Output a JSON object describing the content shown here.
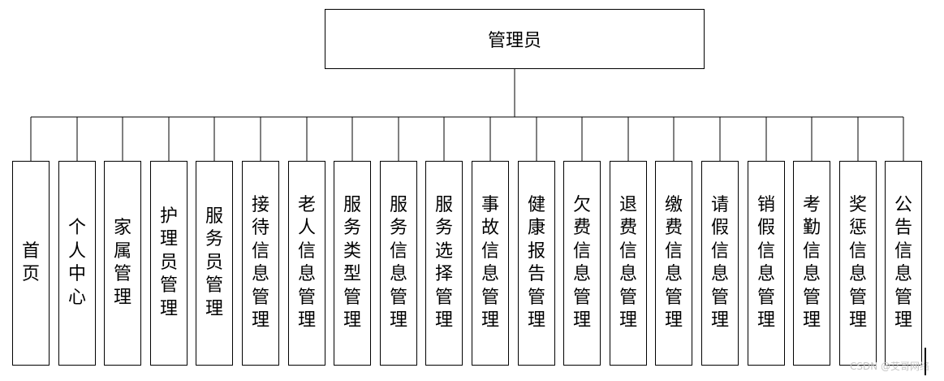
{
  "diagram": {
    "root": "管理员",
    "children": [
      "首页",
      "个人中心",
      "家属管理",
      "护理员管理",
      "服务员管理",
      "接待信息管理",
      "老人信息管理",
      "服务类型管理",
      "服务信息管理",
      "服务选择管理",
      "事故信息管理",
      "健康报告管理",
      "欠费信息管理",
      "退费信息管理",
      "缴费信息管理",
      "请假信息管理",
      "销假信息管理",
      "考勤信息管理",
      "奖惩信息管理",
      "公告信息管理"
    ]
  },
  "watermark": "CSDN @艾哥网络"
}
